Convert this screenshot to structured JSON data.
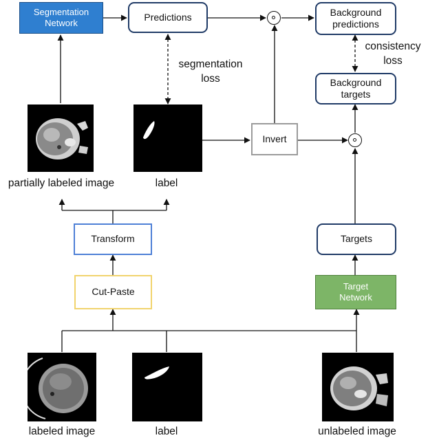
{
  "nodes": {
    "segmentation_network": "Segmentation\nNetwork",
    "predictions": "Predictions",
    "background_predictions": "Background\npredictions",
    "background_targets": "Background\ntargets",
    "invert": "Invert",
    "transform": "Transform",
    "cut_paste": "Cut-Paste",
    "targets": "Targets",
    "target_network": "Target\nNetwork"
  },
  "annotations": {
    "segmentation_loss": "segmentation\nloss",
    "consistency_loss": "consistency\nloss"
  },
  "image_labels": {
    "partially_labeled_image": "partially labeled image",
    "label_top": "label",
    "labeled_image": "labeled image",
    "label_bottom": "label",
    "unlabeled_image": "unlabeled image"
  },
  "colors": {
    "segmentation_network_fill": "#2f7fd0",
    "target_network_fill": "#7db567",
    "transform_border": "#4d7fd6",
    "cut_paste_border": "#f1d36c",
    "invert_border": "#9a9a9a",
    "rounded_box_border": "#1f3a66"
  },
  "icons": {
    "operator": "circle-dot-operator",
    "arrow": "arrow-head"
  }
}
